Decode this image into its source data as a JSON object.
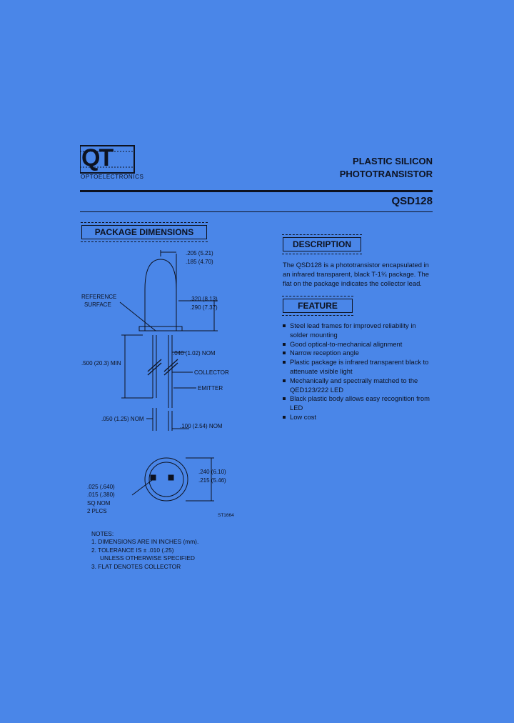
{
  "logo": {
    "letters": "QT",
    "subtitle": "OPTOELECTRONICS"
  },
  "header": {
    "title_line1": "PLASTIC SILICON",
    "title_line2": "PHOTOTRANSISTOR",
    "part_number": "QSD128"
  },
  "package": {
    "heading": "PACKAGE DIMENSIONS",
    "labels": {
      "top_dim1": ".205 (5.21)",
      "top_dim2": ".185 (4.70)",
      "body_dim1": ".320 (8.13)",
      "body_dim2": ".290 (7.37)",
      "reference_line1": "REFERENCE",
      "reference_line2": "SURFACE",
      "lead_len": ".500 (20.3) MIN",
      "lead_width": ".040 (1.02) NOM",
      "collector": "COLLECTOR",
      "emitter": "EMITTER",
      "lead_nom": ".050 (1.25) NOM",
      "lead_spacing": ".100 (2.54) NOM",
      "diam1": ".240 (6.10)",
      "diam2": ".215 (5.46)",
      "sq1": ".025 (.640)",
      "sq2": ".015 (.380)",
      "sq_nom": "SQ NOM",
      "plcs": "2 PLCS",
      "drawing_no": "ST1664"
    }
  },
  "description": {
    "heading": "DESCRIPTION",
    "lines": [
      "The QSD128 is a phototransistor encapsulated in",
      "an infrared transparent, black T-1¾ package. The",
      "flat on the package indicates the collector lead."
    ]
  },
  "features": {
    "heading": "FEATURE",
    "items": [
      "Steel lead frames for improved reliability in solder mounting",
      "Good optical-to-mechanical alignment",
      "Narrow reception angle",
      "Plastic package is infrared transparent black to attenuate visible light",
      "Mechanically and spectrally matched to the QED123/222 LED",
      "Black plastic body allows easy recognition from LED",
      "Low cost"
    ]
  },
  "notes": {
    "title": "NOTES:",
    "items": [
      "1.  DIMENSIONS ARE IN INCHES (mm).",
      "2.  TOLERANCE IS ± .010 (.25)",
      "UNLESS OTHERWISE SPECIFIED",
      "3.  FLAT DENOTES COLLECTOR"
    ]
  }
}
